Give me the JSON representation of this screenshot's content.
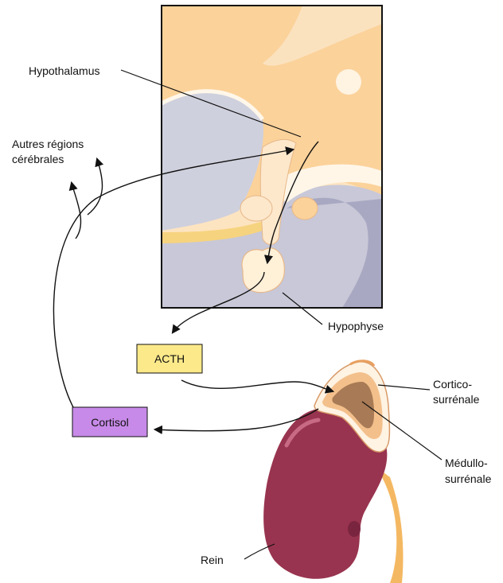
{
  "labels": {
    "hypothalamus": "Hypothalamus",
    "other_regions_line1": "Autres régions",
    "other_regions_line2": "cérébrales",
    "hypophyse": "Hypophyse",
    "cortico_line1": "Cortico-",
    "cortico_line2": "surrénale",
    "medullo_line1": "Médullo-",
    "medullo_line2": "surrénale",
    "rein": "Rein"
  },
  "boxes": {
    "acth": "ACTH",
    "cortisol": "Cortisol"
  },
  "colors": {
    "acth_box": "#fce98a",
    "cortisol_box": "#c78ae8",
    "brain_tissue": "#fbd8a6",
    "ventricle_gray": "#d6d6e0",
    "kidney": "#98344f",
    "adrenal_cortex": "#f5c79a",
    "adrenal_medulla": "#a87a55"
  }
}
